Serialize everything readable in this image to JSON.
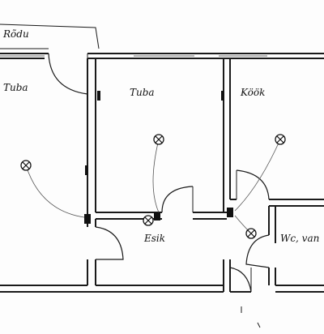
{
  "rooms": {
    "rodu": "Rõdu",
    "tuba_left": "Tuba",
    "tuba_center": "Tuba",
    "kook": "Köök",
    "esik": "Esik",
    "wc": "Wc, van"
  },
  "fixtures": {
    "lamp_icon": "x-circle-ceiling-light",
    "switch_icon": "wall-switch-block"
  }
}
